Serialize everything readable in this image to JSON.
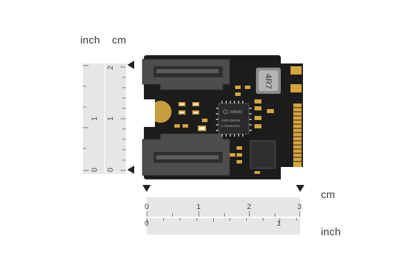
{
  "rulers": {
    "vertical": {
      "inch_label": "inch",
      "cm_label": "cm",
      "inch_ticks": [
        "0",
        "1"
      ],
      "cm_ticks": [
        "0",
        "1",
        "2"
      ]
    },
    "horizontal": {
      "cm_label": "cm",
      "inch_label": "inch",
      "cm_ticks": [
        "0",
        "1",
        "2",
        "3"
      ],
      "inch_ticks": [
        "0",
        "1"
      ]
    }
  },
  "board": {
    "chip_text_1": "JMB582",
    "chip_text_2": "2208 QMCB8-",
    "chip_text_3": "2.784401310",
    "inductor_text": "4R7"
  },
  "colors": {
    "pcb": "#1c1c1c",
    "connector": "#4a4a4a",
    "gold": "#d7a43d",
    "ruler": "#e6e6e6"
  }
}
